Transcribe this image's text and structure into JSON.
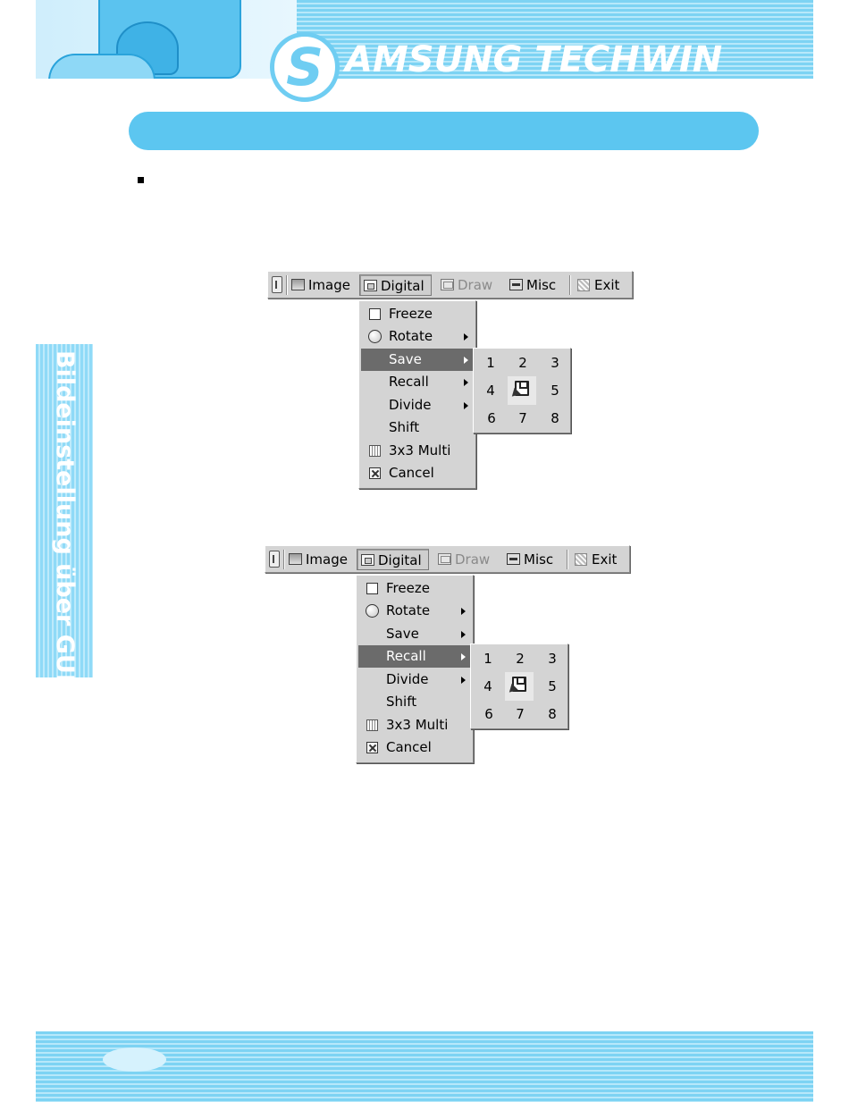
{
  "header": {
    "brand_letter": "S",
    "brand_text": "AMSUNG TECHWIN",
    "accent_color": "#5cc6f0"
  },
  "side_tab": {
    "label": "Bildeinstellung über GUI"
  },
  "screens": [
    {
      "toolbar": {
        "items": [
          {
            "label": "Image",
            "icon": "image-icon",
            "state": "normal"
          },
          {
            "label": "Digital",
            "icon": "digital-icon",
            "state": "active"
          },
          {
            "label": "Draw",
            "icon": "draw-icon",
            "state": "disabled"
          },
          {
            "label": "Misc",
            "icon": "misc-icon",
            "state": "normal"
          },
          {
            "label": "Exit",
            "icon": "exit-icon",
            "state": "normal"
          }
        ]
      },
      "menu": {
        "items": [
          {
            "label": "Freeze",
            "icon": "checkbox-icon"
          },
          {
            "label": "Rotate",
            "icon": "rotate-icon",
            "submenu": true
          },
          {
            "label": "Save",
            "submenu": true,
            "highlighted": true
          },
          {
            "label": "Recall",
            "submenu": true
          },
          {
            "label": "Divide",
            "submenu": true
          },
          {
            "label": "Shift"
          },
          {
            "label": "3x3 Multi",
            "icon": "multi-icon"
          },
          {
            "label": "Cancel",
            "icon": "cancel-icon"
          }
        ]
      },
      "slots": [
        "1",
        "2",
        "3",
        "4",
        "5",
        "6",
        "7",
        "8"
      ]
    },
    {
      "toolbar": {
        "items": [
          {
            "label": "Image",
            "icon": "image-icon",
            "state": "normal"
          },
          {
            "label": "Digital",
            "icon": "digital-icon",
            "state": "active"
          },
          {
            "label": "Draw",
            "icon": "draw-icon",
            "state": "disabled"
          },
          {
            "label": "Misc",
            "icon": "misc-icon",
            "state": "normal"
          },
          {
            "label": "Exit",
            "icon": "exit-icon",
            "state": "normal"
          }
        ]
      },
      "menu": {
        "items": [
          {
            "label": "Freeze",
            "icon": "checkbox-icon"
          },
          {
            "label": "Rotate",
            "icon": "rotate-icon",
            "submenu": true
          },
          {
            "label": "Save",
            "submenu": true
          },
          {
            "label": "Recall",
            "submenu": true,
            "highlighted": true
          },
          {
            "label": "Divide",
            "submenu": true
          },
          {
            "label": "Shift"
          },
          {
            "label": "3x3 Multi",
            "icon": "multi-icon"
          },
          {
            "label": "Cancel",
            "icon": "cancel-icon"
          }
        ]
      },
      "slots": [
        "1",
        "2",
        "3",
        "4",
        "5",
        "6",
        "7",
        "8"
      ]
    }
  ]
}
